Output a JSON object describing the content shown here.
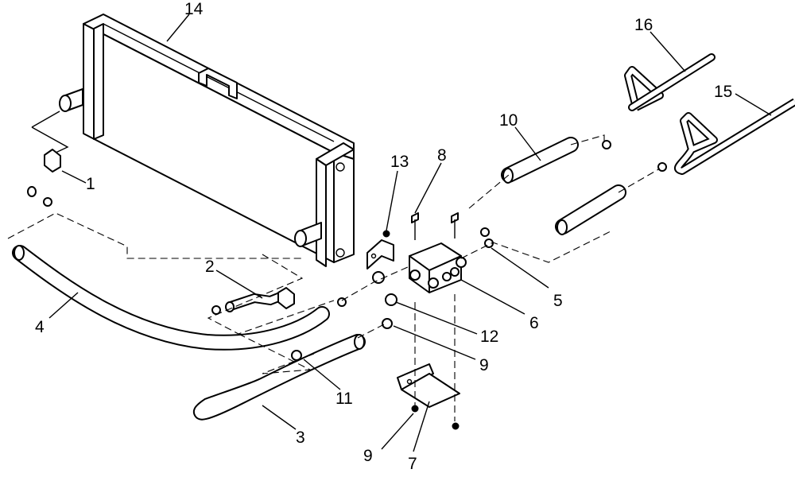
{
  "diagram": {
    "callouts": {
      "c1": "1",
      "c2": "2",
      "c3": "3",
      "c4": "4",
      "c5": "5",
      "c6": "6",
      "c7": "7",
      "c8": "8",
      "c9a": "9",
      "c9b": "9",
      "c10": "10",
      "c11": "11",
      "c12": "12",
      "c13": "13",
      "c14": "14",
      "c15": "15",
      "c16": "16"
    }
  }
}
